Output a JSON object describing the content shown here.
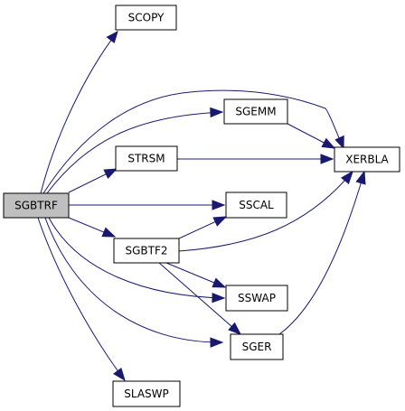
{
  "diagram": {
    "edge_color": "#191970",
    "nodes": {
      "sgbtrf": {
        "label": "SGBTRF",
        "fill": "#bfbfbf"
      },
      "scopy": {
        "label": "SCOPY",
        "fill": "#ffffff"
      },
      "sgemm": {
        "label": "SGEMM",
        "fill": "#ffffff"
      },
      "xerbla": {
        "label": "XERBLA",
        "fill": "#ffffff"
      },
      "strsm": {
        "label": "STRSM",
        "fill": "#ffffff"
      },
      "sscal": {
        "label": "SSCAL",
        "fill": "#ffffff"
      },
      "sgbtf2": {
        "label": "SGBTF2",
        "fill": "#ffffff"
      },
      "sswap": {
        "label": "SSWAP",
        "fill": "#ffffff"
      },
      "sger": {
        "label": "SGER",
        "fill": "#ffffff"
      },
      "slaswp": {
        "label": "SLASWP",
        "fill": "#ffffff"
      }
    },
    "edges": [
      {
        "from": "sgbtrf",
        "to": "scopy"
      },
      {
        "from": "sgbtrf",
        "to": "xerbla"
      },
      {
        "from": "sgbtrf",
        "to": "sgemm"
      },
      {
        "from": "sgbtrf",
        "to": "strsm"
      },
      {
        "from": "sgbtrf",
        "to": "sscal"
      },
      {
        "from": "sgbtrf",
        "to": "sgbtf2"
      },
      {
        "from": "sgbtrf",
        "to": "sswap"
      },
      {
        "from": "sgbtrf",
        "to": "sger"
      },
      {
        "from": "sgbtrf",
        "to": "slaswp"
      },
      {
        "from": "sgemm",
        "to": "xerbla"
      },
      {
        "from": "strsm",
        "to": "xerbla"
      },
      {
        "from": "sgbtf2",
        "to": "sscal"
      },
      {
        "from": "sgbtf2",
        "to": "xerbla"
      },
      {
        "from": "sgbtf2",
        "to": "sswap"
      },
      {
        "from": "sgbtf2",
        "to": "sger"
      },
      {
        "from": "sger",
        "to": "xerbla"
      }
    ]
  }
}
